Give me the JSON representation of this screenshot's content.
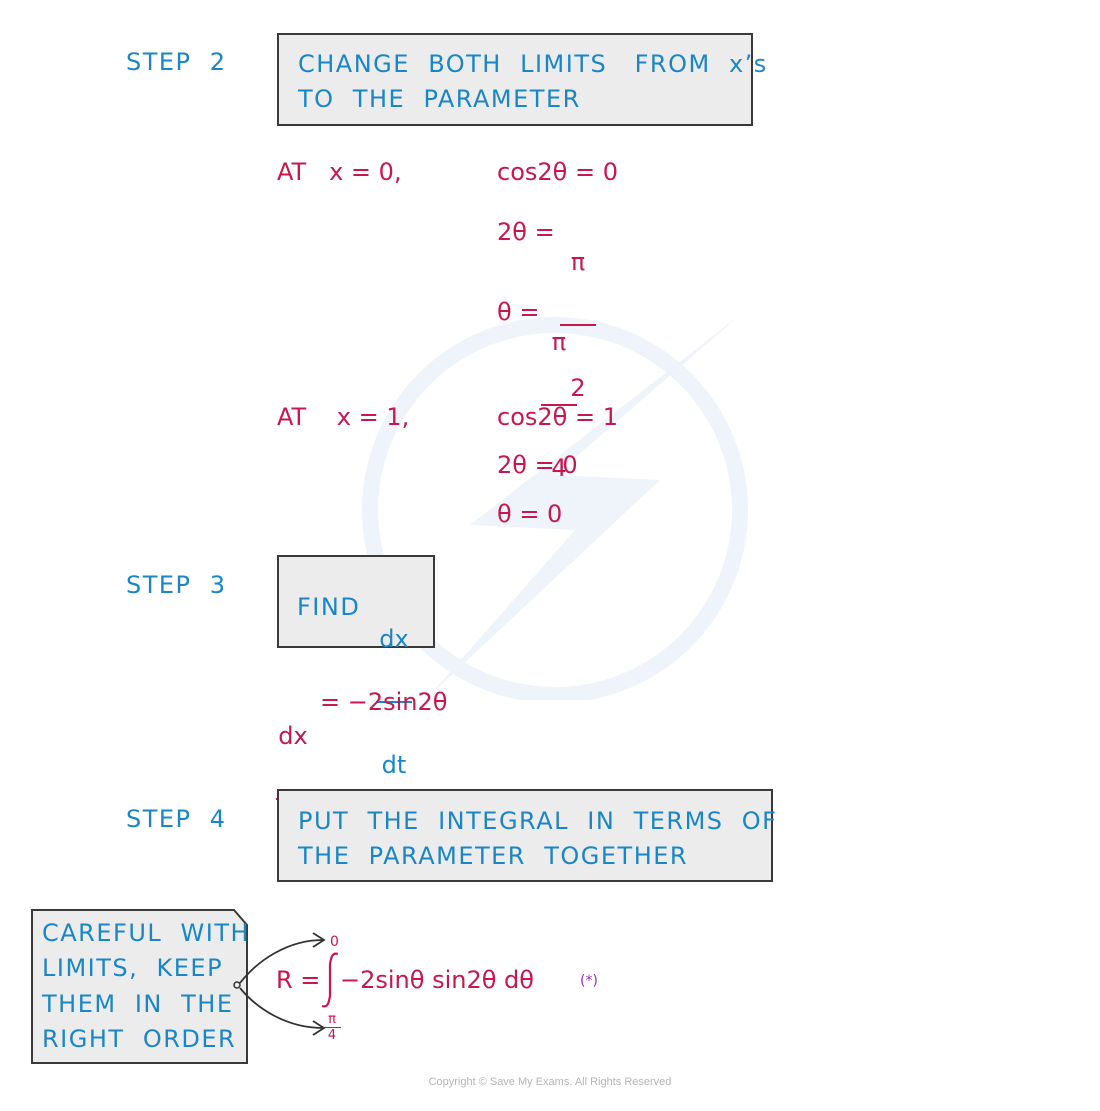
{
  "colors": {
    "heading": "#1a86c6",
    "math": "#c8174e",
    "note_star": "#9b30b0",
    "box_fill": "#ececec"
  },
  "step2": {
    "label": "STEP  2",
    "box_line1": "CHANGE  BOTH  LIMITS   FROM  x’s",
    "box_line2": "TO  THE  PARAMETER",
    "at0": "AT   x = 0,",
    "eq0_line1": "cos2θ = 0",
    "eq0_line2_lhs": "2θ = ",
    "eq0_line2_num": "π",
    "eq0_line2_den": "2",
    "eq0_line3_lhs": "θ = ",
    "eq0_line3_num": "π",
    "eq0_line3_den": "4",
    "at1": "AT    x = 1,",
    "eq1_line1": "cos2θ = 1",
    "eq1_line2": "2θ = 0",
    "eq1_line3": "θ = 0"
  },
  "step3": {
    "label": "STEP  3",
    "box_text": "FIND",
    "box_frac_num": "dx",
    "box_frac_den": "dt",
    "result_num": "dx",
    "result_den": "dt",
    "result_rhs": "= −2sin2θ"
  },
  "step4": {
    "label": "STEP  4",
    "box_line1": "PUT  THE  INTEGRAL  IN  TERMS  OF",
    "box_line2": "THE  PARAMETER  TOGETHER",
    "note_line1": "CAREFUL  WITH",
    "note_line2": "LIMITS,  KEEP",
    "note_line3": "THEM  IN  THE",
    "note_line4": "RIGHT  ORDER",
    "integral_lhs": "R =",
    "integral_upper": "0",
    "integral_lower_num": "π",
    "integral_lower_den": "4",
    "integrand": "−2sinθ sin2θ dθ",
    "marker": "(*)"
  },
  "footer": "Copyright © Save My Exams. All Rights Reserved"
}
